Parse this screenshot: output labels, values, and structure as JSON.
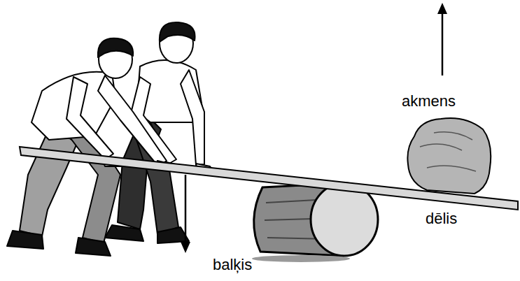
{
  "diagram": {
    "labels": [
      "akmens",
      "dēlis",
      "balķis"
    ]
  }
}
